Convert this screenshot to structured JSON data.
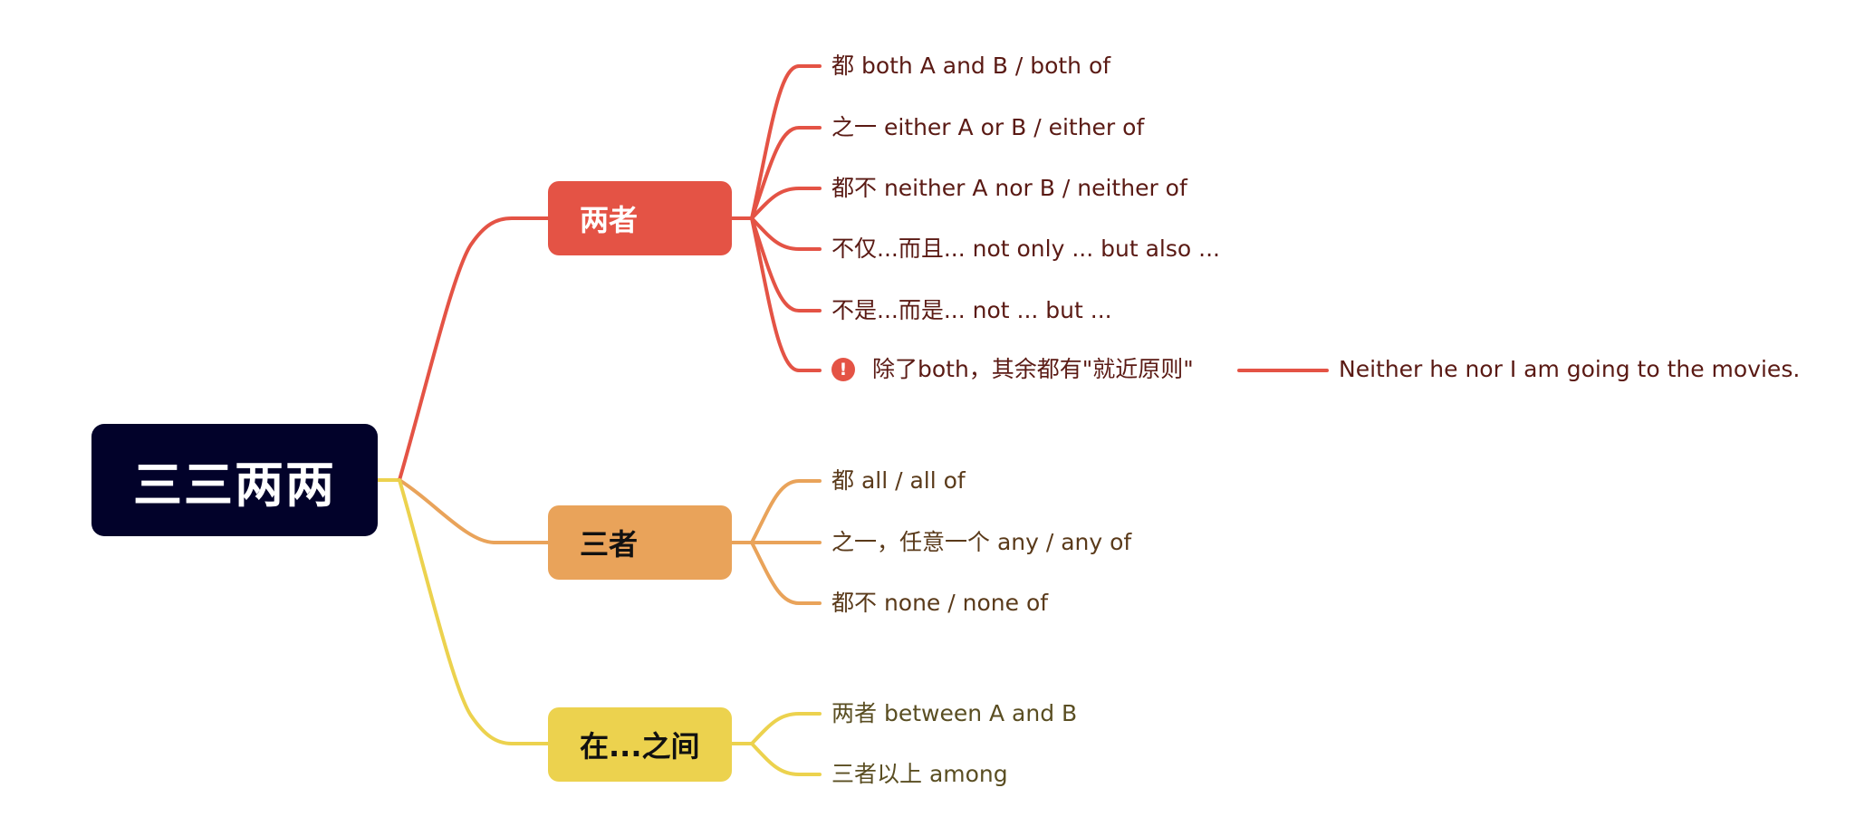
{
  "colors": {
    "root_bg": "#02022a",
    "red": "#e45345",
    "orange": "#e9a35a",
    "yellow": "#ecd24e",
    "text_red": "#5a1a14",
    "text_orange": "#5a3a1a",
    "text_yellow": "#5a4e22"
  },
  "root": {
    "label": "三三两两"
  },
  "branches": [
    {
      "label": "两者",
      "color": "red",
      "children": [
        {
          "label": "都 both A and B / both of"
        },
        {
          "label": "之一 either A or B / either of"
        },
        {
          "label": "都不 neither A nor B / neither of"
        },
        {
          "label": "不仅...而且... not only ... but also ..."
        },
        {
          "label": "不是...而是... not ... but ..."
        },
        {
          "label": "除了both，其余都有\"就近原则\"",
          "marker": "exclamation-icon",
          "children": [
            {
              "label": "Neither he nor I am going to the movies."
            }
          ]
        }
      ]
    },
    {
      "label": "三者",
      "color": "orange",
      "children": [
        {
          "label": "都 all / all of"
        },
        {
          "label": "之一，任意一个 any / any of"
        },
        {
          "label": "都不 none / none of"
        }
      ]
    },
    {
      "label": "在...之间",
      "color": "yellow",
      "children": [
        {
          "label": "两者 between A and B"
        },
        {
          "label": "三者以上 among"
        }
      ]
    }
  ],
  "icons": {
    "warning_glyph": "!"
  }
}
